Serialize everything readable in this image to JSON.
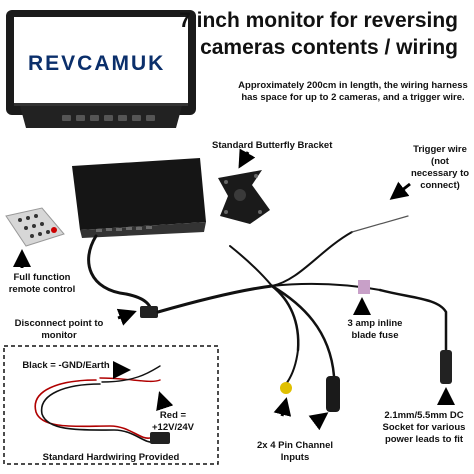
{
  "title_line1": "7 inch monitor for reversing",
  "title_line2": "cameras contents / wiring",
  "brand": "REVCAMUK",
  "description": "Approximately 200cm in length, the wiring harness has space for up to 2 cameras, and a trigger wire.",
  "labels": {
    "bracket": "Standard Butterfly Bracket",
    "trigger": "Trigger wire (not necessary to connect)",
    "remote": "Full function remote control",
    "disconnect": "Disconnect point to monitor",
    "fuse": "3 amp inline blade fuse",
    "black": "Black = -GND/Earth",
    "red": "Red = +12V/24V",
    "hardwiring": "Standard Hardwiring Provided",
    "channels": "2x 4 Pin Channel Inputs",
    "dc_socket": "2.1mm/5.5mm DC Socket for various power leads to fit"
  }
}
